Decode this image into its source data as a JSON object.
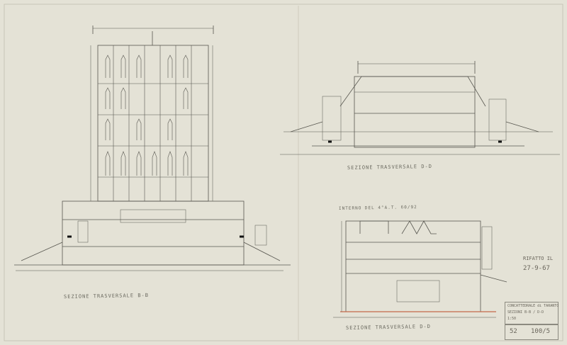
{
  "sheet": {
    "title_left": "SEZIONE TRASVERSALE B-B",
    "title_top_right": "SEZIONE TRASVERSALE D-D",
    "title_bottom_right": "SEZIONE TRASVERSALE D-D",
    "annotation_bottom_right": "INTERNO DEL 4°A.T. 60/92",
    "title_block": {
      "line1": "CONCATTEDRALE di TARANTO",
      "line2": "SEZIONI B-B / D-D",
      "line3": "1:50",
      "approval": "RIFATTO IL",
      "approval_date": "27-9-67",
      "sheet_no": "52",
      "sheet_ref": "100/5"
    }
  },
  "colors": {
    "paper": "#e4e2d6",
    "pencil": "#57564f",
    "red_line": "#c46a4a"
  }
}
